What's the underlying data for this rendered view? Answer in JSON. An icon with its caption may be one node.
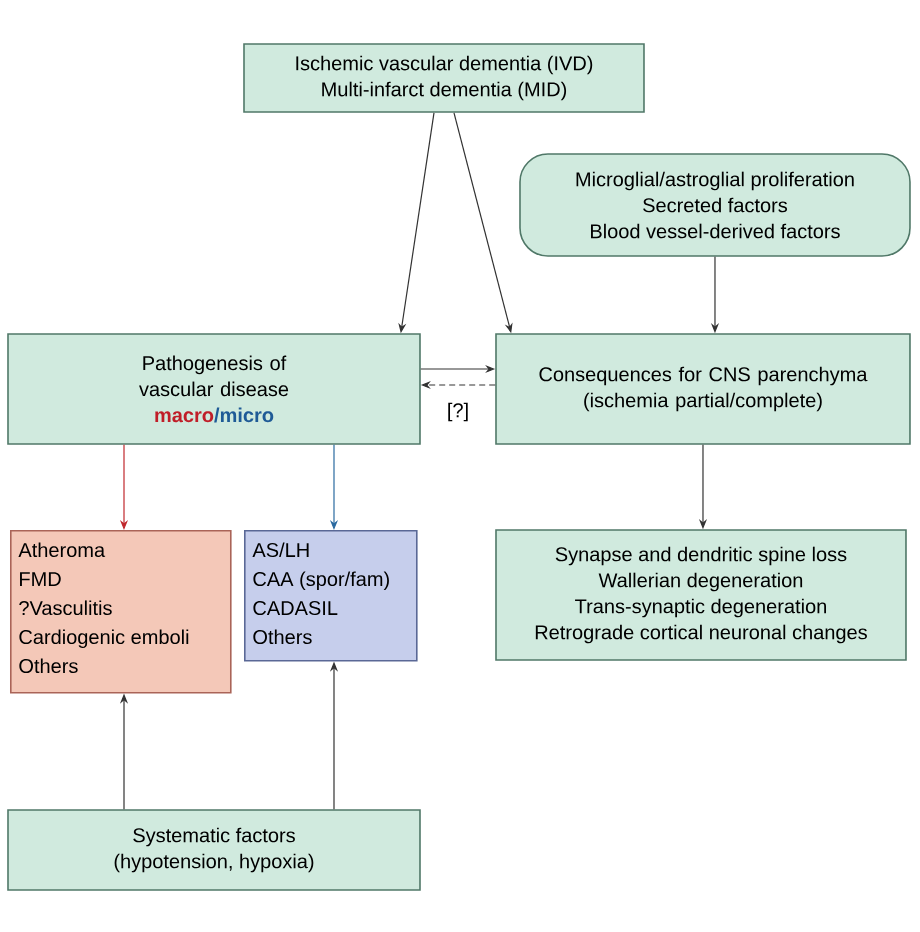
{
  "diagram": {
    "nodes": [
      {
        "text": [
          "Ischemic vascular dementia (IVD)",
          "Multi-infarct dementia (MID)"
        ]
      },
      {
        "text": [
          "Microglial/astroglial proliferation",
          "Secreted factors",
          "Blood vessel-derived factors"
        ]
      },
      {
        "text": [
          "Pathogenesis of vascular disease",
          "macro",
          "/micro"
        ]
      },
      {
        "text": [
          "Consequences for CNS parenchyma",
          "(ischemia partial/complete)"
        ]
      },
      {
        "text": [
          "Atheroma",
          "FMD",
          "?Vasculitis",
          "Cardiogenic emboli",
          "Others"
        ]
      },
      {
        "text": [
          "AS/LH",
          "CAA (spor/fam)",
          "CADASIL",
          "Others"
        ]
      },
      {
        "text": [
          "Synapse and dendritic spine loss",
          "Wallerian degeneration",
          "Trans-synaptic degeneration",
          "Retrograde cortical neuronal changes"
        ]
      },
      {
        "text": [
          "Systematic factors",
          "(hypotension, hypoxia)"
        ]
      }
    ],
    "edges": [
      {
        "from": 0,
        "to": 2,
        "arrow": "to"
      },
      {
        "from": 0,
        "to": 3,
        "arrow": "to"
      },
      {
        "from": 1,
        "to": 3,
        "arrow": "to"
      },
      {
        "from": 2,
        "to": 3,
        "arrow": "to"
      },
      {
        "from": 3,
        "to": 2,
        "arrow": "to",
        "style": "dashed",
        "label": "[?]"
      },
      {
        "from": 2,
        "to": 4,
        "arrow": "to",
        "color": "#c0282d"
      },
      {
        "from": 2,
        "to": 5,
        "arrow": "to",
        "color": "#2a6aa0"
      },
      {
        "from": 3,
        "to": 6,
        "arrow": "to"
      },
      {
        "from": 7,
        "to": 4,
        "arrow": "to"
      },
      {
        "from": 7,
        "to": 5,
        "arrow": "to"
      }
    ]
  }
}
